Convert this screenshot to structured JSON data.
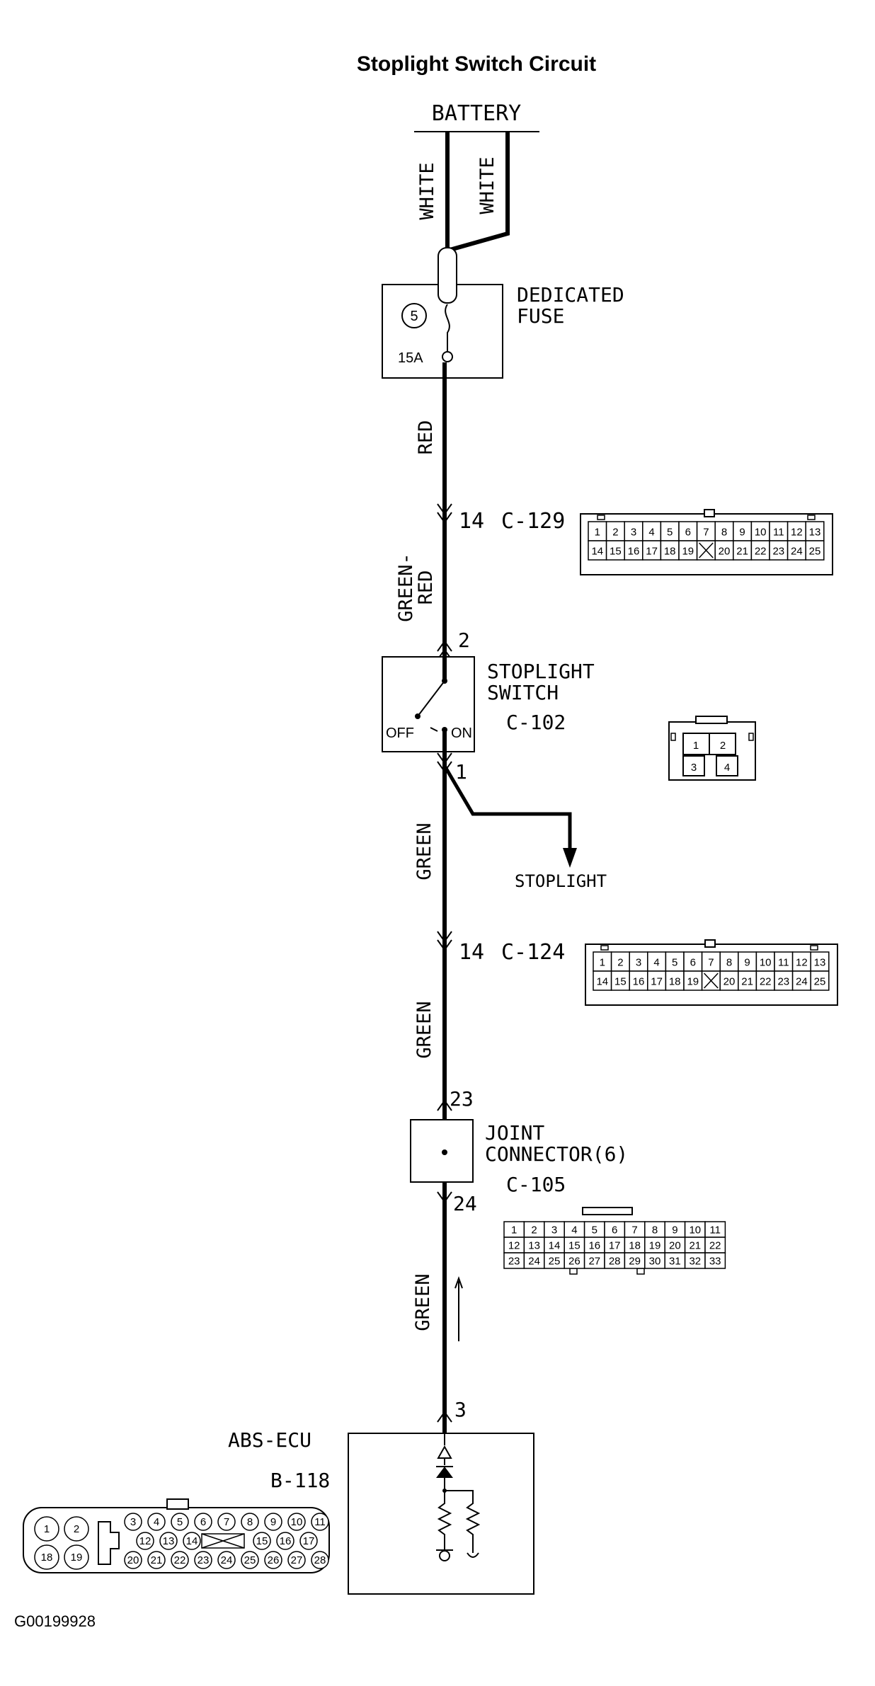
{
  "title": "Stoplight Switch Circuit",
  "battery": {
    "label": "BATTERY",
    "wire_left": "WHITE",
    "wire_right": "WHITE"
  },
  "fuse": {
    "label_line1": "DEDICATED",
    "label_line2": "FUSE",
    "number": "5",
    "rating": "15A"
  },
  "wires": {
    "red": "RED",
    "green_red_1": "GREEN-",
    "green_red_2": "RED",
    "green_1": "GREEN",
    "green_2": "GREEN",
    "green_3": "GREEN"
  },
  "connector_c129": {
    "pin": "14",
    "id": "C-129",
    "row1": [
      "1",
      "2",
      "3",
      "4",
      "5",
      "6",
      "7",
      "8",
      "9",
      "10",
      "11",
      "12",
      "13"
    ],
    "row2": [
      "14",
      "15",
      "16",
      "17",
      "18",
      "19",
      "",
      "20",
      "21",
      "22",
      "23",
      "24",
      "25"
    ]
  },
  "stoplight_switch": {
    "pin_top": "2",
    "pin_bottom": "1",
    "label_line1": "STOPLIGHT",
    "label_line2": "SWITCH",
    "id": "C-102",
    "off": "OFF",
    "on": "ON",
    "connector_pins": [
      "1",
      "2",
      "3",
      "4"
    ]
  },
  "stoplight_branch": {
    "label": "STOPLIGHT"
  },
  "connector_c124": {
    "pin": "14",
    "id": "C-124",
    "row1": [
      "1",
      "2",
      "3",
      "4",
      "5",
      "6",
      "7",
      "8",
      "9",
      "10",
      "11",
      "12",
      "13"
    ],
    "row2": [
      "14",
      "15",
      "16",
      "17",
      "18",
      "19",
      "",
      "20",
      "21",
      "22",
      "23",
      "24",
      "25"
    ]
  },
  "joint_connector": {
    "pin_top": "23",
    "pin_bottom": "24",
    "label_line1": "JOINT",
    "label_line2": "CONNECTOR(6)",
    "id": "C-105",
    "row1": [
      "1",
      "2",
      "3",
      "4",
      "5",
      "6",
      "7",
      "8",
      "9",
      "10",
      "11"
    ],
    "row2": [
      "12",
      "13",
      "14",
      "15",
      "16",
      "17",
      "18",
      "19",
      "20",
      "21",
      "22"
    ],
    "row3": [
      "23",
      "24",
      "25",
      "26",
      "27",
      "28",
      "29",
      "30",
      "31",
      "32",
      "33"
    ]
  },
  "abs_ecu": {
    "pin": "3",
    "label": "ABS-ECU",
    "id": "B-118",
    "left_pins": [
      "1",
      "2",
      "18",
      "19"
    ],
    "row1": [
      "3",
      "4",
      "5",
      "6",
      "7",
      "8",
      "9",
      "10",
      "11"
    ],
    "row2": [
      "12",
      "13",
      "14",
      "",
      "",
      "15",
      "16",
      "17"
    ],
    "row3": [
      "20",
      "21",
      "22",
      "23",
      "24",
      "25",
      "26",
      "27",
      "28"
    ]
  },
  "figure_code": "G00199928"
}
